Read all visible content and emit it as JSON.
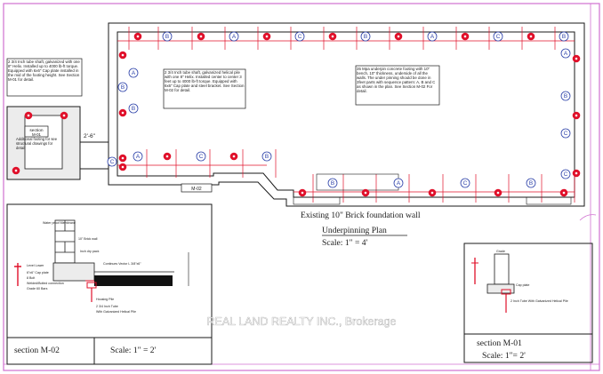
{
  "colors": {
    "frame": "#d070d0",
    "ink": "#1a1a1a",
    "red": "#e0102a",
    "blue": "#2a3fa8",
    "dim": "#444444"
  },
  "plan": {
    "caption": "Existing 10\" Brick foundation wall",
    "title": "Underpinning Plan",
    "scale": "Scale: 1\" = 4'",
    "dim_label": "2'-6\"",
    "section_tag_top": "section",
    "section_tag_top_ref": "M-01",
    "section_tag_bottom": "M-02",
    "marker_labels": [
      "A",
      "B",
      "C"
    ]
  },
  "notes": {
    "left": "2 3/4 Inch tube shaft, galvanized with one 8\" Helix. Installed up to 4000 lb-ft torque. Equipped with 6x6\" Cap plate installed in the mid of the footing height. See Section M-01 for detail.",
    "middle": "2 3/4 Inch tube shaft, galvanized helical pile with one 8\" Helix. Installed center to center 3 feet up to 4000 lb-ft torque. Equipped with 6x6\" Cap plate and steel bracket. See Section M-02 for detail.",
    "right": "35 Mpa underpin concrete footing with 10\" bench, 10\" thickness, underside of all the walls. The under pinning should be done in 3feet parts with sequence pattern: A, B and C as shown in the plan. See Section M-02 For detail.",
    "additional": "Additional footing for see structural drawings for detail"
  },
  "section_m02": {
    "label": "section M-02",
    "scale": "Scale: 1\" = 2'",
    "annotations": [
      "Water proof Membrane",
      "10\" Brick wall",
      "Inch dry pack",
      "Continues Vector L 3/8\"x6\"",
      "Level Lower",
      "6\"x6\" Cap plate",
      "8 Bolt",
      "Welded/Bolted connection",
      "Grade 60 Bars",
      "Housing Pile",
      "2 3/4 Inch Tube",
      "With Galvanized Helical Pile"
    ]
  },
  "section_m01": {
    "label": "section M-01",
    "scale": "Scale: 1\"= 2'",
    "annotations": [
      "Grade",
      "Cap plate",
      "2 Inch Tube With Galvanized Helical Pile"
    ]
  },
  "watermark": "REAL LAND REALTY INC., Brokerage"
}
